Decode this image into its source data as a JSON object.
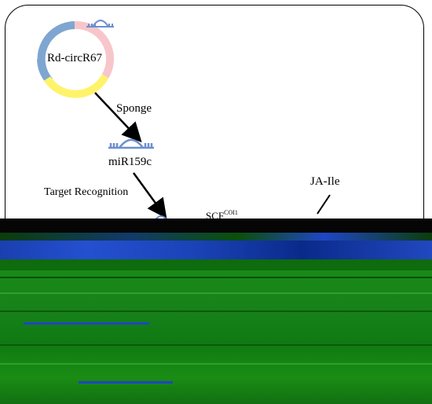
{
  "labels": {
    "circrna": "Rd-circR67",
    "sponge": "Sponge",
    "mirna": "miR159c",
    "target_recognition": "Target Recognition",
    "hormone": "JA-Ile",
    "complex_prefix": "SCF",
    "complex_sup": "COI1"
  },
  "colors": {
    "blue_segment": "#7ea6d0",
    "pink_segment": "#f7c6cb",
    "yellow_segment": "#fff36b",
    "mirna_blue": "#6c8fd0",
    "arrow": "#000000",
    "band_black": "#050505",
    "band_dark_blue": "#0a2a8a",
    "band_blue": "#1f46c4",
    "band_green": "#188a16",
    "band_dark_green": "#0e6b0e"
  }
}
